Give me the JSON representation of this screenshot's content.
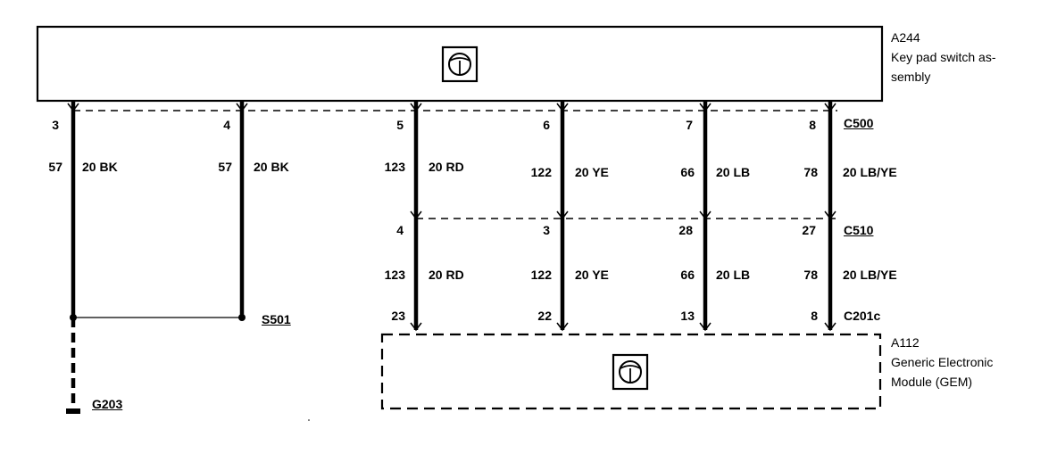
{
  "components": {
    "a244": {
      "ref": "A244",
      "name_line1": "Key pad switch as-",
      "name_line2": "sembly"
    },
    "a112": {
      "ref": "A112",
      "name_line1": "Generic Electronic",
      "name_line2": "Module (GEM)"
    }
  },
  "connectors": {
    "c500": "C500",
    "c510": "C510",
    "c201c": "C201c"
  },
  "splice": "S501",
  "ground": "G203",
  "wires": [
    {
      "circuit": "57",
      "color": "20 BK",
      "c500_pin": "3"
    },
    {
      "circuit": "57",
      "color": "20 BK",
      "c500_pin": "4"
    },
    {
      "circuit": "123",
      "color": "20 RD",
      "c500_pin": "5",
      "c510_pin": "4",
      "c201c_pin": "23"
    },
    {
      "circuit": "122",
      "color": "20 YE",
      "c500_pin": "6",
      "c510_pin": "3",
      "c201c_pin": "22"
    },
    {
      "circuit": "66",
      "color": "20 LB",
      "c500_pin": "7",
      "c510_pin": "28",
      "c201c_pin": "13"
    },
    {
      "circuit": "78",
      "color": "20 LB/YE",
      "c500_pin": "8",
      "c510_pin": "27",
      "c201c_pin": "8"
    }
  ]
}
